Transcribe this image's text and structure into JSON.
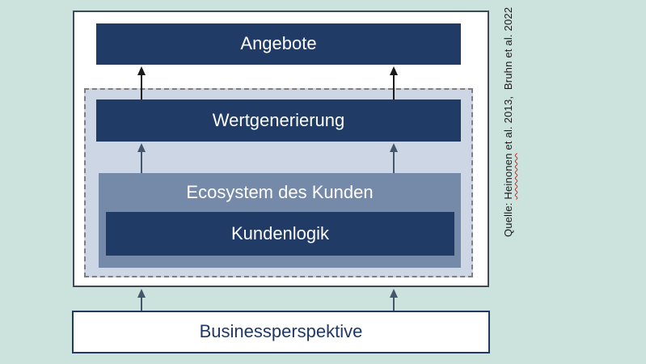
{
  "palette": {
    "background": "#CBE2DD",
    "frame_fill": "#FFFFFF",
    "frame_border": "#3F4A54",
    "dark_box": "#1F3B66",
    "slate_box": "#7589A9",
    "sphere_fill": "#CDD6E4",
    "dashed_border": "#7F7F7F",
    "box_text": "#FFFFFF",
    "navy_text": "#1F3864",
    "source_text": "#1A1A1A",
    "arrow_dark": "#1A1A1A",
    "arrow_slate": "#44566C",
    "underline": "#E0201B"
  },
  "diagram": {
    "boxes": {
      "angebote": {
        "label": "Angebote"
      },
      "wertgenerierung": {
        "label": "Wertgenerierung"
      },
      "ecosystem": {
        "label": "Ecosystem des Kunden"
      },
      "kundenlogik": {
        "label": "Kundenlogik"
      },
      "businessperspektive": {
        "label": "Businessperspektive"
      }
    }
  },
  "source_note": {
    "prefix": "Quelle: ",
    "flagged_word": "Heinonen",
    "suffix": " et al. 2013,  Bruhn et al. 2022"
  }
}
